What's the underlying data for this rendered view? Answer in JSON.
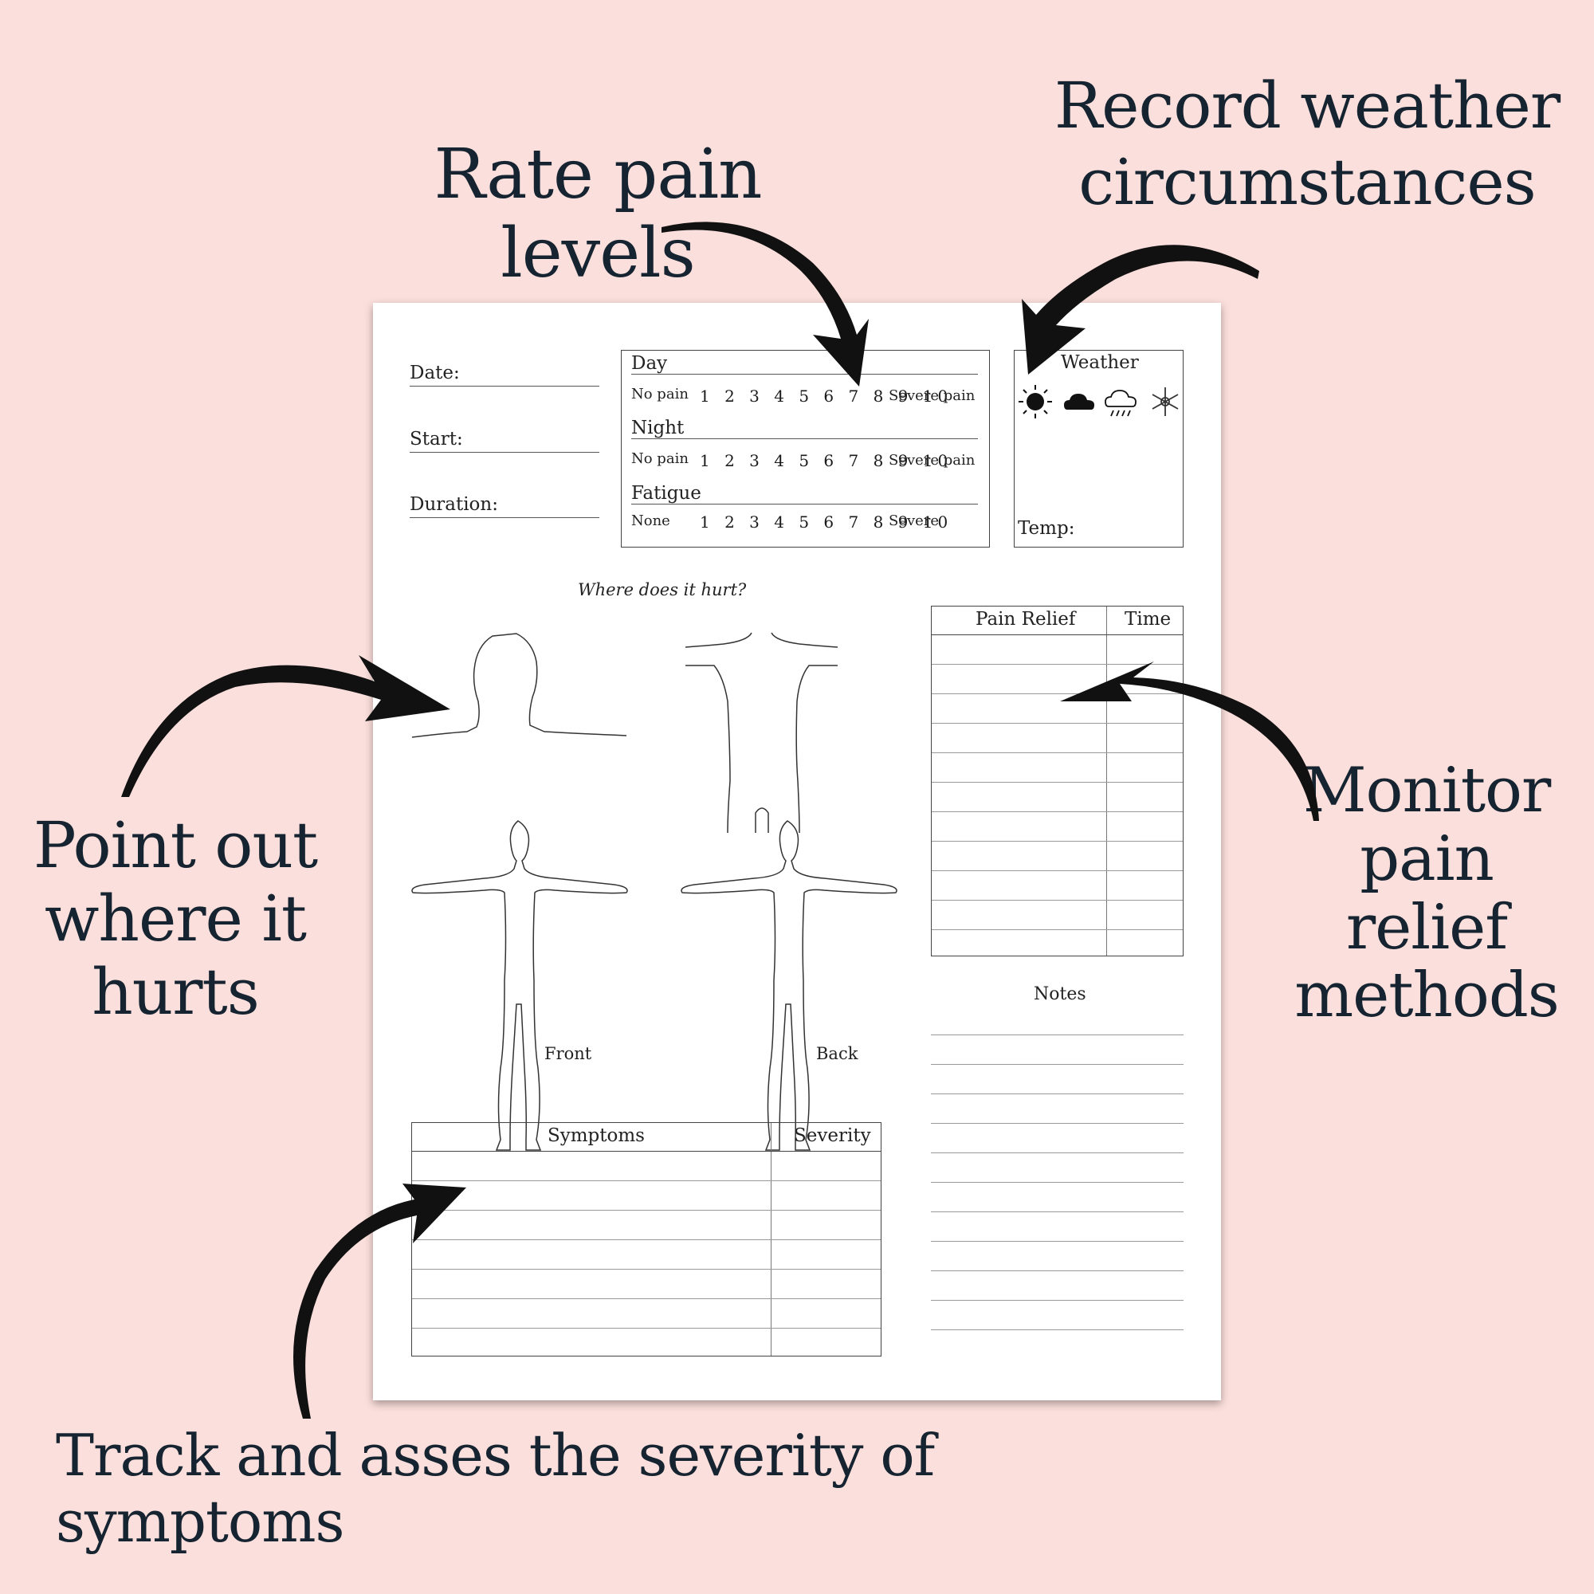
{
  "callouts": {
    "rate": "Rate pain levels",
    "weather_line1": "Record weather",
    "weather_line2": "circumstances",
    "point_line1": "Point out",
    "point_line2": "where it",
    "point_line3": "hurts",
    "monitor_line1": "Monitor",
    "monitor_line2": "pain relief",
    "monitor_line3": "methods",
    "track": "Track and asses the severity of symptoms"
  },
  "form": {
    "date_label": "Date:",
    "start_label": "Start:",
    "duration_label": "Duration:",
    "day_label": "Day",
    "night_label": "Night",
    "fatigue_label": "Fatigue",
    "no_pain": "No pain",
    "none": "None",
    "severe_pain": "Severe pain",
    "severe": "Severe",
    "scale": "1 2 3 4 5 6 7 8 9 10",
    "weather_label": "Weather",
    "temp_label": "Temp:",
    "where_label": "Where does it hurt?",
    "front_label": "Front",
    "back_label": "Back",
    "pain_relief_header": "Pain Relief",
    "time_header": "Time",
    "notes_label": "Notes",
    "symptoms_header": "Symptoms",
    "severity_header": "Severity"
  },
  "weather_icons": [
    "sun-icon",
    "cloud-icon",
    "rain-icon",
    "snowflake-icon"
  ],
  "colors": {
    "background": "#fbdfdc",
    "text": "#152430",
    "sheet": "#ffffff"
  }
}
